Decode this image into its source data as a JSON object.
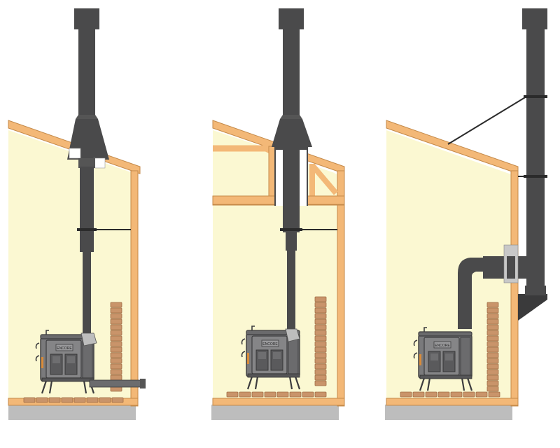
{
  "panels": [
    {
      "id": "ceiling-through-roof",
      "stove_label": "ENCORE"
    },
    {
      "id": "attic-chase",
      "stove_label": "ENCORE"
    },
    {
      "id": "exterior-wall",
      "stove_label": "ENCORE"
    }
  ],
  "colors": {
    "interior": "#fbf8d2",
    "framing": "#f3b877",
    "framing_stroke": "#c48a4a",
    "pipe": "#4a4a4b",
    "pipe_light": "#6c6c6e",
    "stove": "#7a7a7c",
    "stove_dark": "#4d4d50",
    "brick": "#c9946a",
    "brick_mortar": "#a06d45",
    "floor": "#bdbdbd",
    "thimble": "#c8c8c8"
  }
}
